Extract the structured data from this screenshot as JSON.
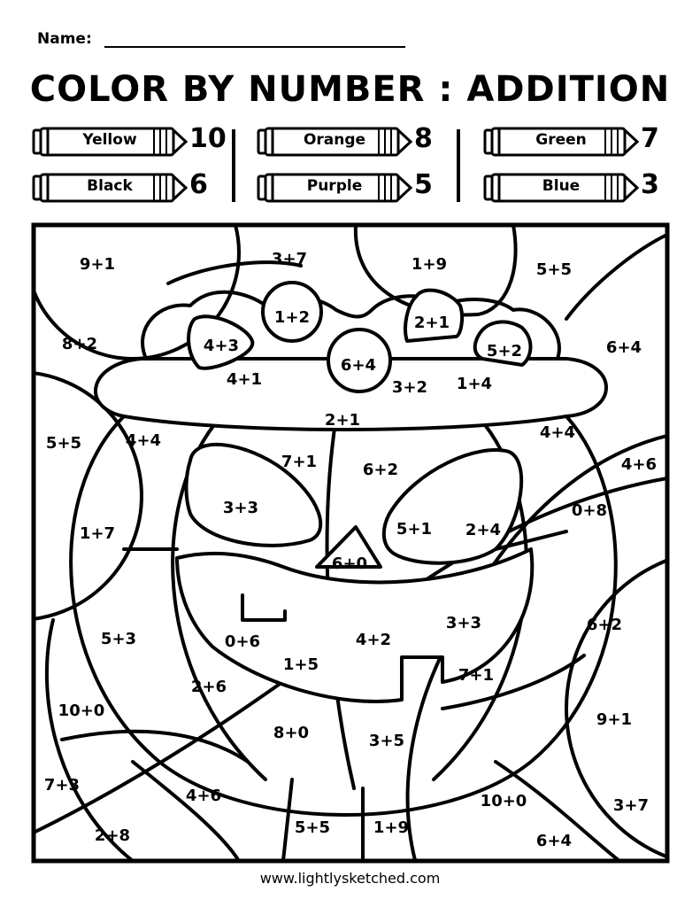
{
  "header": {
    "name_label": "Name:"
  },
  "title": "COLOR BY NUMBER : ADDITION",
  "key": [
    {
      "label": "Yellow",
      "number": "10"
    },
    {
      "label": "Orange",
      "number": "8"
    },
    {
      "label": "Green",
      "number": "7"
    },
    {
      "label": "Black",
      "number": "6"
    },
    {
      "label": "Purple",
      "number": "5"
    },
    {
      "label": "Blue",
      "number": "3"
    }
  ],
  "problems": [
    "9+1",
    "3+7",
    "1+9",
    "5+5",
    "8+2",
    "1+2",
    "2+1",
    "6+4",
    "4+3",
    "5+2",
    "6+4",
    "4+1",
    "3+2",
    "1+4",
    "2+1",
    "5+5",
    "4+4",
    "4+4",
    "4+6",
    "7+1",
    "6+2",
    "3+3",
    "1+7",
    "5+1",
    "2+4",
    "0+8",
    "6+0",
    "5+3",
    "0+6",
    "4+2",
    "3+3",
    "6+2",
    "1+5",
    "2+6",
    "7+1",
    "10+0",
    "8+0",
    "3+5",
    "9+1",
    "7+3",
    "4+6",
    "10+0",
    "3+7",
    "2+8",
    "5+5",
    "1+9",
    "6+4"
  ],
  "footer": "www.lightlysketched.com"
}
